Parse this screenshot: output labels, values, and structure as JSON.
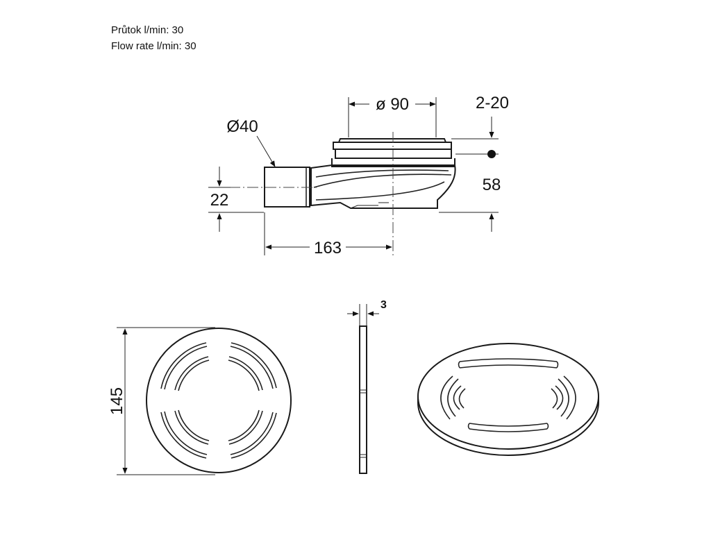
{
  "notes": {
    "flow_cz": "Průtok l/min: 30",
    "flow_en": "Flow rate l/min: 30"
  },
  "dimensions": {
    "pipe_diameter": "Ø40",
    "grate_diameter": "ø 90",
    "adjustment": "2-20",
    "total_height": "58",
    "outlet_height": "22",
    "outlet_length": "163",
    "grate_thickness": "3",
    "grate_size": "145"
  },
  "colors": {
    "line": "#1a1a1a",
    "background": "#ffffff"
  }
}
